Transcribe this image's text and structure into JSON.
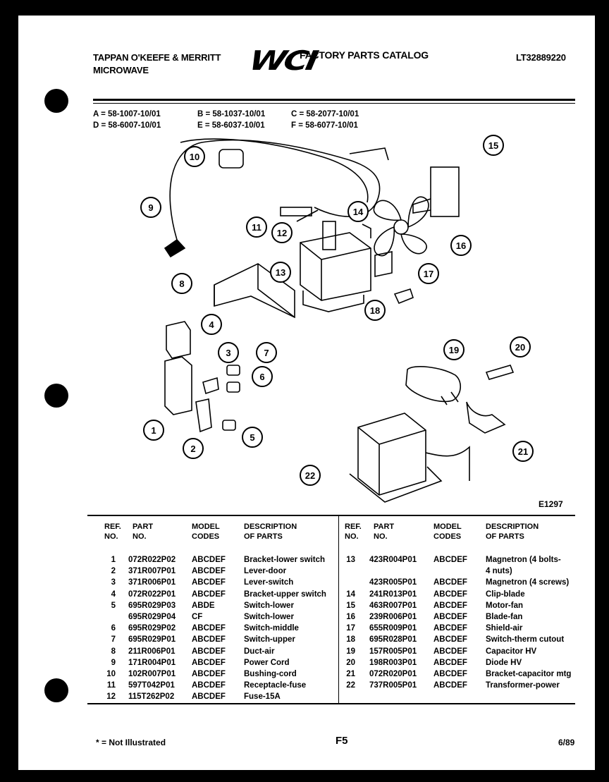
{
  "header": {
    "company": "TAPPAN O'KEEFE & MERRITT",
    "product": "MICROWAVE",
    "logo": "WCI",
    "catalog": "FACTORY PARTS CATALOG",
    "model_number": "LT32889220"
  },
  "models": {
    "a": "A = 58-1007-10/01",
    "b": "B = 58-1037-10/01",
    "c": "C = 58-2077-10/01",
    "d": "D = 58-6007-10/01",
    "e": "E = 58-6037-10/01",
    "f": "F = 58-6077-10/01"
  },
  "diagram": {
    "callouts": [
      "1",
      "2",
      "3",
      "4",
      "5",
      "6",
      "7",
      "8",
      "9",
      "10",
      "11",
      "12",
      "13",
      "14",
      "15",
      "16",
      "17",
      "18",
      "19",
      "20",
      "21",
      "22"
    ],
    "figure_code": "E1297"
  },
  "table": {
    "headers": {
      "ref": "REF.",
      "ref2": "NO.",
      "part": "PART",
      "part2": "NO.",
      "model": "MODEL",
      "model2": "CODES",
      "desc": "DESCRIPTION",
      "desc2": "OF PARTS"
    },
    "left_rows": [
      {
        "ref": "1",
        "part": "072R022P02",
        "codes": "ABCDEF",
        "desc": "Bracket-lower switch"
      },
      {
        "ref": "2",
        "part": "371R007P01",
        "codes": "ABCDEF",
        "desc": "Lever-door"
      },
      {
        "ref": "3",
        "part": "371R006P01",
        "codes": "ABCDEF",
        "desc": "Lever-switch"
      },
      {
        "ref": "4",
        "part": "072R022P01",
        "codes": "ABCDEF",
        "desc": "Bracket-upper switch"
      },
      {
        "ref": "5",
        "part": "695R029P03",
        "codes": "ABDE",
        "desc": "Switch-lower"
      },
      {
        "ref": "",
        "part": "695R029P04",
        "codes": "CF",
        "desc": "Switch-lower"
      },
      {
        "ref": "6",
        "part": "695R029P02",
        "codes": "ABCDEF",
        "desc": "Switch-middle"
      },
      {
        "ref": "7",
        "part": "695R029P01",
        "codes": "ABCDEF",
        "desc": "Switch-upper"
      },
      {
        "ref": "8",
        "part": "211R006P01",
        "codes": "ABCDEF",
        "desc": "Duct-air"
      },
      {
        "ref": "9",
        "part": "171R004P01",
        "codes": "ABCDEF",
        "desc": "Power Cord"
      },
      {
        "ref": "10",
        "part": "102R007P01",
        "codes": "ABCDEF",
        "desc": "Bushing-cord"
      },
      {
        "ref": "11",
        "part": "597T042P01",
        "codes": "ABCDEF",
        "desc": "Receptacle-fuse"
      },
      {
        "ref": "12",
        "part": "115T262P02",
        "codes": "ABCDEF",
        "desc": "Fuse-15A"
      }
    ],
    "right_rows": [
      {
        "ref": "13",
        "part": "423R004P01",
        "codes": "ABCDEF",
        "desc": "Magnetron (4 bolts-"
      },
      {
        "ref": "",
        "part": "",
        "codes": "",
        "desc": "4 nuts)"
      },
      {
        "ref": "",
        "part": "423R005P01",
        "codes": "ABCDEF",
        "desc": "Magnetron (4 screws)"
      },
      {
        "ref": "14",
        "part": "241R013P01",
        "codes": "ABCDEF",
        "desc": "Clip-blade"
      },
      {
        "ref": "15",
        "part": "463R007P01",
        "codes": "ABCDEF",
        "desc": "Motor-fan"
      },
      {
        "ref": "16",
        "part": "239R006P01",
        "codes": "ABCDEF",
        "desc": "Blade-fan"
      },
      {
        "ref": "17",
        "part": "655R009P01",
        "codes": "ABCDEF",
        "desc": "Shield-air"
      },
      {
        "ref": "18",
        "part": "695R028P01",
        "codes": "ABCDEF",
        "desc": "Switch-therm cutout"
      },
      {
        "ref": "19",
        "part": "157R005P01",
        "codes": "ABCDEF",
        "desc": "Capacitor HV"
      },
      {
        "ref": "20",
        "part": "198R003P01",
        "codes": "ABCDEF",
        "desc": "Diode HV"
      },
      {
        "ref": "21",
        "part": "072R020P01",
        "codes": "ABCDEF",
        "desc": "Bracket-capacitor mtg"
      },
      {
        "ref": "22",
        "part": "737R005P01",
        "codes": "ABCDEF",
        "desc": "Transformer-power"
      }
    ]
  },
  "footer": {
    "note": "* = Not Illustrated",
    "page": "F5",
    "date": "6/89"
  }
}
